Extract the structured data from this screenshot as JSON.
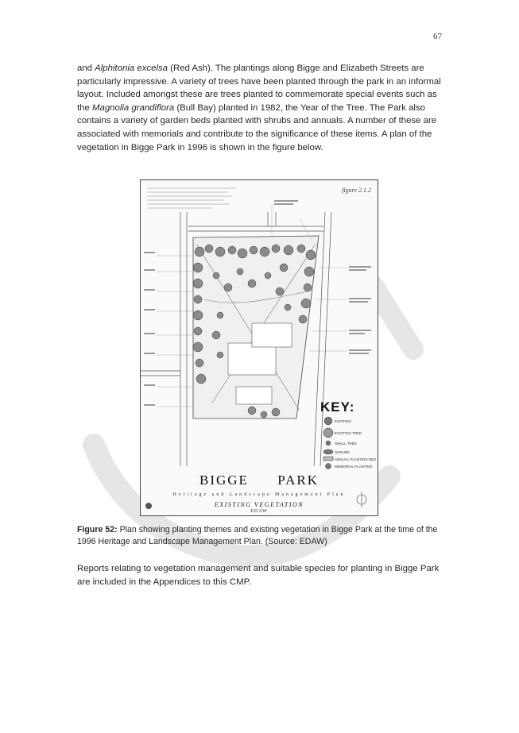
{
  "page": {
    "number": "67"
  },
  "paragraph1": {
    "lead": "and ",
    "species1_italic": "Alphitonia excelsa",
    "species1_common": " (Red Ash). The plantings along Bigge and Elizabeth Streets are particularly impressive.  A variety of trees have been planted through the park in an informal layout. Included amongst these are trees planted to commemorate special events such as the ",
    "species2_italic": "Magnolia grandiflora",
    "tail": " (Bull Bay) planted in 1982, the Year of the Tree.  The Park also contains a variety of garden beds planted with shrubs and annuals.  A number of these are associated with memorials and contribute to the significance of these items.  A plan of the vegetation in Bigge Park in 1996 is shown in the figure below."
  },
  "figure": {
    "label": "figure 2.1.2",
    "key_title": "KEY:",
    "key_items": [
      "EXISTING",
      "EXISTING TREE",
      "SMALL TREE",
      "SHRUBS",
      "ANNUAL PLANTING BED",
      "MEMORIAL PLANTING"
    ],
    "park_title": "BIGGE PARK",
    "plan_subtitle": "Heritage and Landscape Management Plan",
    "plan_heading": "EXISTING VEGETATION",
    "plan_credit": "EDAW"
  },
  "caption": {
    "label": "Figure 52:",
    "text": " Plan showing planting themes and existing vegetation in Bigge Park at the time of the 1996 Heritage and Landscape Management Plan.  (Source: EDAW)"
  },
  "paragraph2": {
    "text": "Reports relating to vegetation management and suitable species for planting in Bigge Park are included in the Appendices to this CMP."
  },
  "colors": {
    "watermark": "#e6e6e6",
    "text": "#262626",
    "frame": "#444444"
  }
}
